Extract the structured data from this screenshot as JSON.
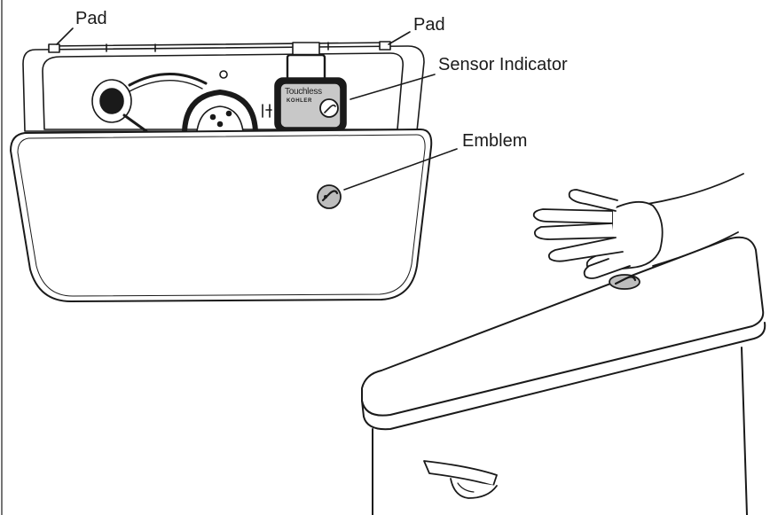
{
  "callouts": {
    "pad_left": "Pad",
    "pad_right": "Pad",
    "sensor_indicator": "Sensor Indicator",
    "emblem": "Emblem"
  },
  "sensor_module": {
    "brand_line_1": "Touchless",
    "brand_line_2": "KOHLER"
  },
  "colors": {
    "line": "#1a1a1a",
    "background": "#ffffff",
    "sensor_fill": "#c8c8c8",
    "emblem_fill": "#bdbdbd"
  }
}
